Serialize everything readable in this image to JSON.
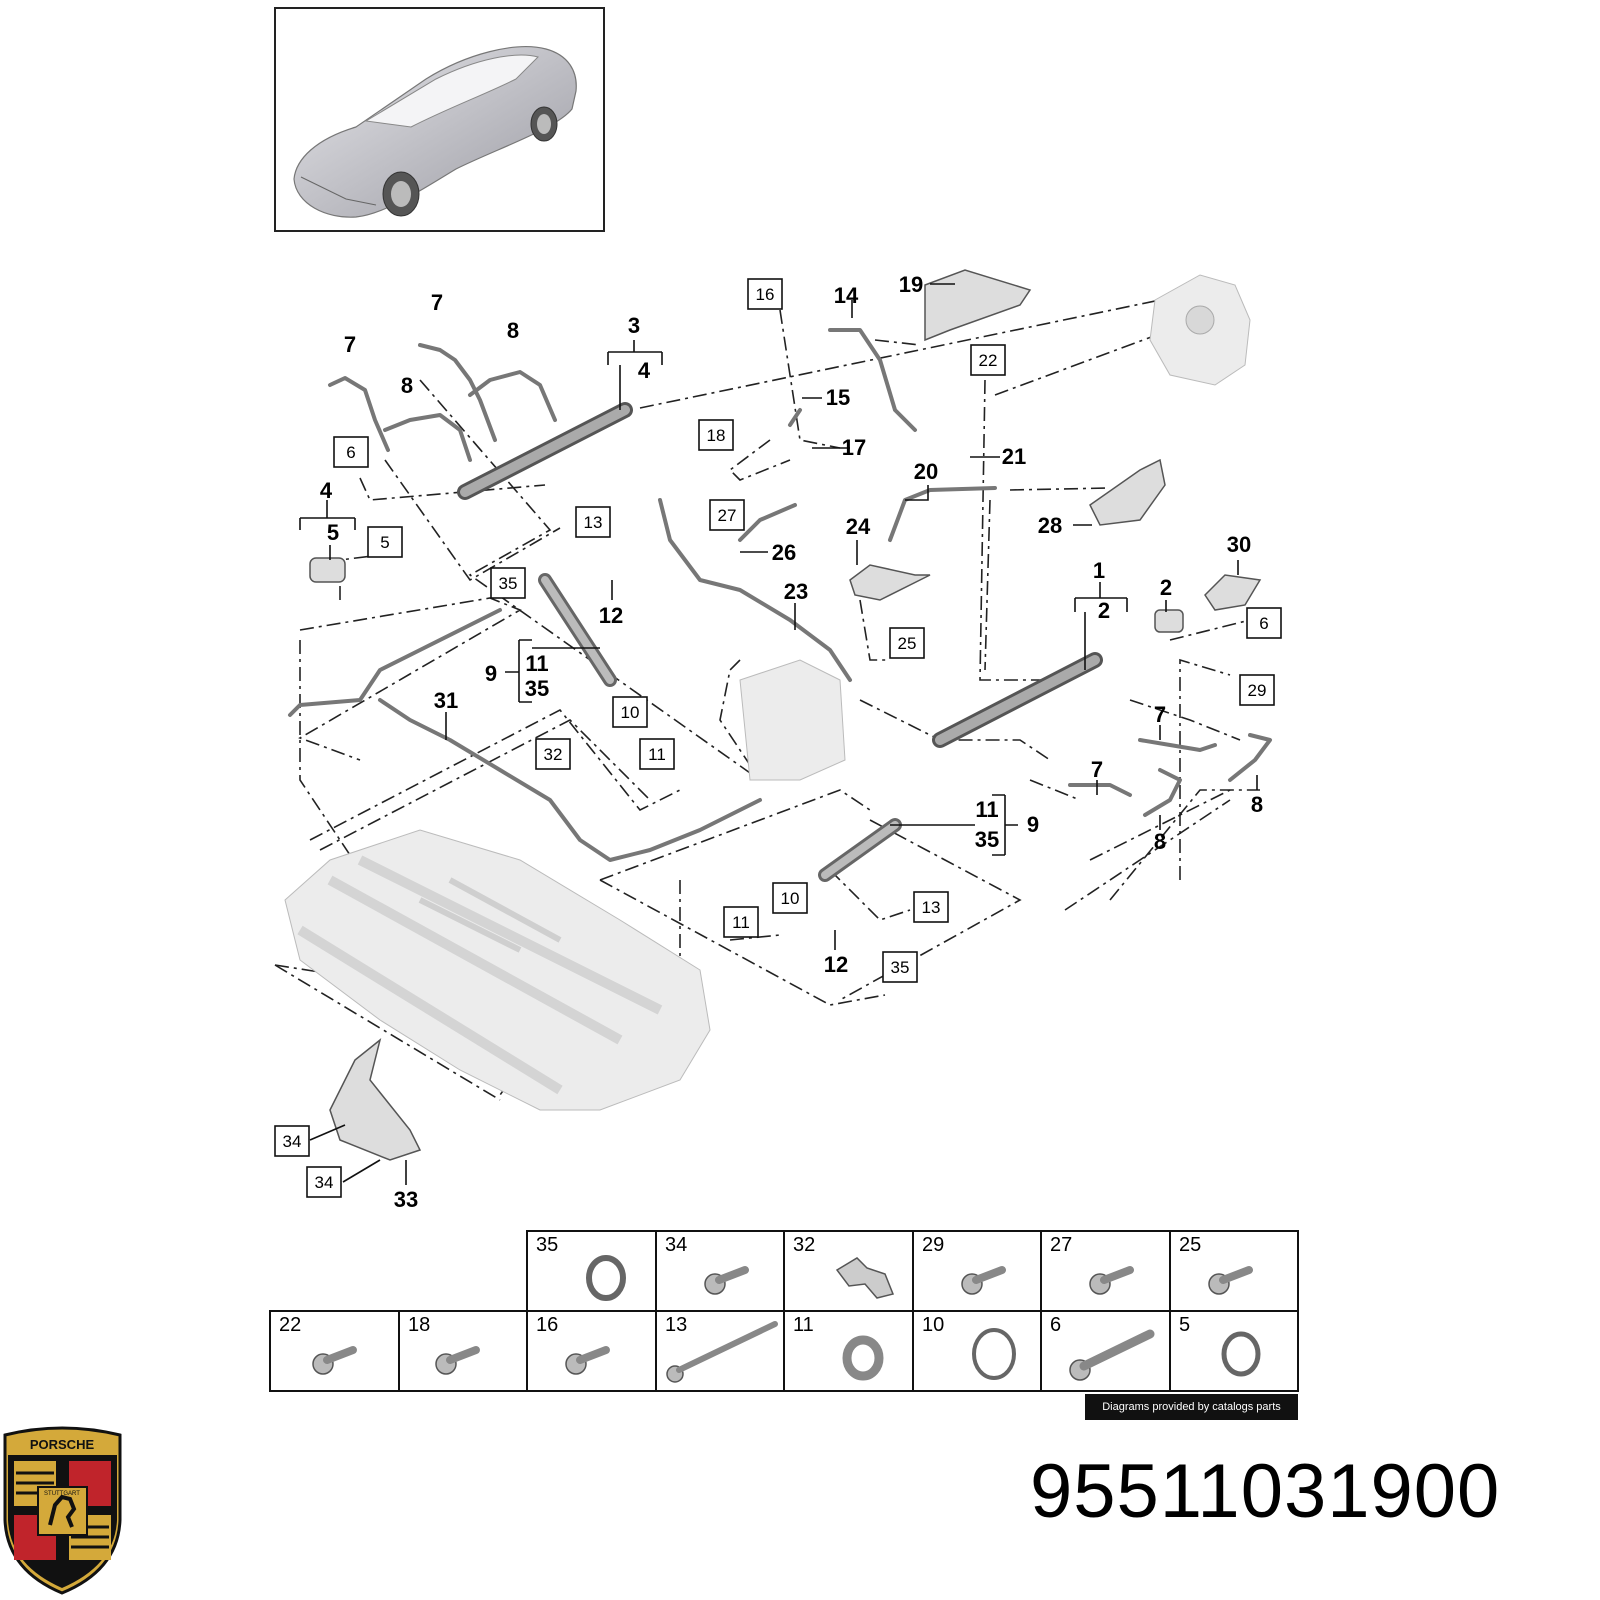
{
  "diagram": {
    "callouts": [
      {
        "id": "c7a",
        "text": "7"
      },
      {
        "id": "c7b",
        "text": "7"
      },
      {
        "id": "c8a",
        "text": "8"
      },
      {
        "id": "c8b",
        "text": "8"
      },
      {
        "id": "c3",
        "text": "3"
      },
      {
        "id": "c4",
        "text": "4"
      },
      {
        "id": "c4b",
        "text": "4"
      },
      {
        "id": "c5",
        "text": "5"
      },
      {
        "id": "c14",
        "text": "14"
      },
      {
        "id": "c19",
        "text": "19"
      },
      {
        "id": "c15",
        "text": "15"
      },
      {
        "id": "c17",
        "text": "17"
      },
      {
        "id": "c21",
        "text": "21"
      },
      {
        "id": "c20",
        "text": "20"
      },
      {
        "id": "c24",
        "text": "24"
      },
      {
        "id": "c28",
        "text": "28"
      },
      {
        "id": "c26",
        "text": "26"
      },
      {
        "id": "c23",
        "text": "23"
      },
      {
        "id": "c12a",
        "text": "12"
      },
      {
        "id": "c9a",
        "text": "9"
      },
      {
        "id": "c11a",
        "text": "11"
      },
      {
        "id": "c35a",
        "text": "35"
      },
      {
        "id": "c31",
        "text": "31"
      },
      {
        "id": "c1",
        "text": "1"
      },
      {
        "id": "c2a",
        "text": "2"
      },
      {
        "id": "c2b",
        "text": "2"
      },
      {
        "id": "c30",
        "text": "30"
      },
      {
        "id": "c7c",
        "text": "7"
      },
      {
        "id": "c7d",
        "text": "7"
      },
      {
        "id": "c8c",
        "text": "8"
      },
      {
        "id": "c8d",
        "text": "8"
      },
      {
        "id": "c11b",
        "text": "11"
      },
      {
        "id": "c35b",
        "text": "35"
      },
      {
        "id": "c9b",
        "text": "9"
      },
      {
        "id": "c12b",
        "text": "12"
      },
      {
        "id": "c33",
        "text": "33"
      }
    ],
    "boxed": [
      {
        "id": "b16",
        "text": "16"
      },
      {
        "id": "b22",
        "text": "22"
      },
      {
        "id": "b18",
        "text": "18"
      },
      {
        "id": "b6a",
        "text": "6"
      },
      {
        "id": "b5",
        "text": "5"
      },
      {
        "id": "b13a",
        "text": "13"
      },
      {
        "id": "b27",
        "text": "27"
      },
      {
        "id": "b35a",
        "text": "35"
      },
      {
        "id": "b25",
        "text": "25"
      },
      {
        "id": "b6b",
        "text": "6"
      },
      {
        "id": "b29",
        "text": "29"
      },
      {
        "id": "b10a",
        "text": "10"
      },
      {
        "id": "b11a",
        "text": "11"
      },
      {
        "id": "b32",
        "text": "32"
      },
      {
        "id": "b10b",
        "text": "10"
      },
      {
        "id": "b13b",
        "text": "13"
      },
      {
        "id": "b11b",
        "text": "11"
      },
      {
        "id": "b35b",
        "text": "35"
      },
      {
        "id": "b34a",
        "text": "34"
      },
      {
        "id": "b34b",
        "text": "34"
      }
    ]
  },
  "parts_table": {
    "top_row": [
      {
        "num": "35",
        "icon": "o-ring-icon"
      },
      {
        "num": "34",
        "icon": "bolt-icon"
      },
      {
        "num": "32",
        "icon": "clip-icon"
      },
      {
        "num": "29",
        "icon": "bolt-icon"
      },
      {
        "num": "27",
        "icon": "bolt-icon"
      },
      {
        "num": "25",
        "icon": "bolt-icon"
      }
    ],
    "bottom_row": [
      {
        "num": "22",
        "icon": "bolt-icon"
      },
      {
        "num": "18",
        "icon": "bolt-icon"
      },
      {
        "num": "16",
        "icon": "bolt-icon"
      },
      {
        "num": "13",
        "icon": "long-bolt-icon"
      },
      {
        "num": "11",
        "icon": "seal-ring-icon"
      },
      {
        "num": "10",
        "icon": "o-ring-icon"
      },
      {
        "num": "6",
        "icon": "long-bolt-icon"
      },
      {
        "num": "5",
        "icon": "o-ring-icon"
      }
    ]
  },
  "credit": "Diagrams provided by catalogs parts",
  "part_number": "95511031900",
  "logo": {
    "text_top": "PORSCHE",
    "text_center": "STUTTGART",
    "colors": {
      "gold": "#d4a93a",
      "red": "#c0242b",
      "black": "#111111"
    }
  }
}
